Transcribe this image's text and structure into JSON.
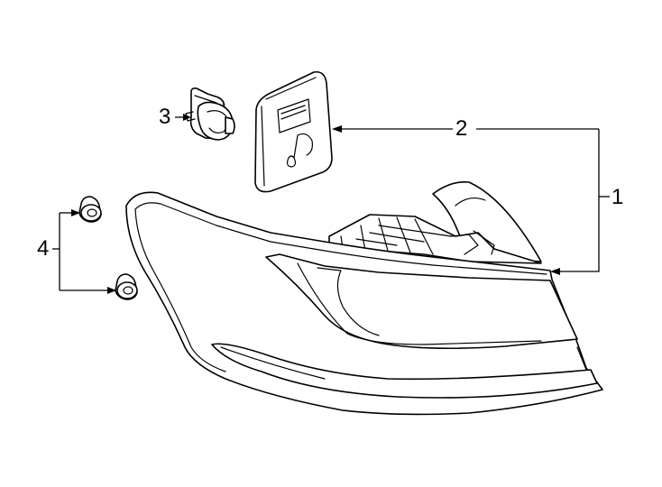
{
  "callouts": {
    "c1": "1",
    "c2": "2",
    "c3": "3",
    "c4": "4"
  },
  "parts": [
    {
      "callout": "1",
      "name": "tail-lamp-assembly"
    },
    {
      "callout": "2",
      "name": "access-cover"
    },
    {
      "callout": "3",
      "name": "bulb-socket"
    },
    {
      "callout": "4",
      "name": "nut"
    }
  ]
}
